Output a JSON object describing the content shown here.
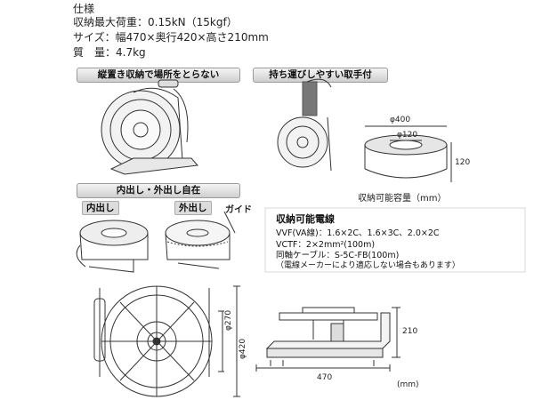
{
  "spec": {
    "title": "仕様",
    "load": "収納最大荷重：0.15kN（15kgf）",
    "size": "サイズ：幅470×奥行420×高さ210mm",
    "weight": "質　量：4.7kg"
  },
  "features": {
    "vertical": "縦置き収納で場所をとらない",
    "handle": "持ち運びしやすい取手付",
    "inout": "内出し・外出し自在",
    "inner": "内出し",
    "outer": "外出し",
    "guide": "ガイド"
  },
  "capacity": {
    "outer_dia": "φ400",
    "inner_dia": "φ120",
    "height": "120",
    "label": "収納可能容量（mm）"
  },
  "cable": {
    "title": "収納可能電線",
    "vvf": "VVF(VA線)：1.6×2C、1.6×3C、2.0×2C",
    "vctf": "VCTF：2×2mm²(100m)",
    "coax": "同軸ケーブル：S-5C-FB(100m)",
    "note": "（電線メーカーにより適応しない場合もあります）"
  },
  "dims": {
    "d270": "φ270",
    "d420": "φ420",
    "h210": "210",
    "w470": "470",
    "unit": "(mm)"
  }
}
